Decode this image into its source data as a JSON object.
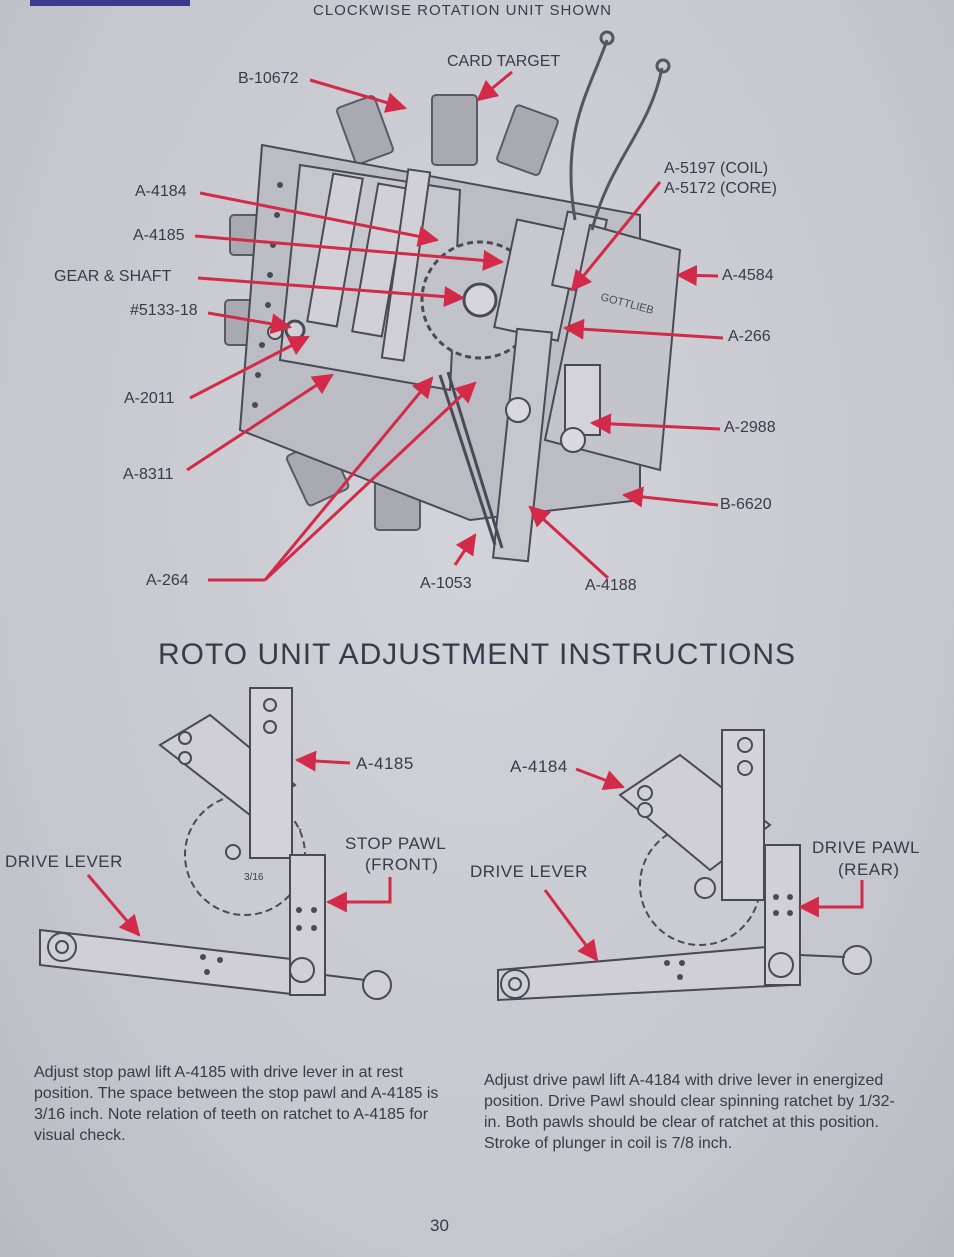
{
  "top_caption": "CLOCKWISE ROTATION UNIT SHOWN",
  "top_labels": {
    "card_target": "CARD TARGET",
    "b10672": "B-10672",
    "a5197": "A-5197 (COIL)",
    "a5172": "A-5172 (CORE)",
    "a4184": "A-4184",
    "a4185": "A-4185",
    "gear_shaft": "GEAR & SHAFT",
    "n5133": "#5133-18",
    "a4584": "A-4584",
    "a266": "A-266",
    "a2011": "A-2011",
    "a2988": "A-2988",
    "a8311": "A-8311",
    "b6620": "B-6620",
    "a264": "A-264",
    "a1053": "A-1053",
    "a4188": "A-4188",
    "gottlieb": "GOTTLIEB"
  },
  "section_title": "ROTO UNIT ADJUSTMENT INSTRUCTIONS",
  "left_diagram": {
    "part": "A-4185",
    "stop_pawl": "STOP PAWL",
    "front": "(FRONT)",
    "drive_lever": "DRIVE LEVER",
    "gap": "3/16"
  },
  "right_diagram": {
    "part": "A-4184",
    "drive_pawl": "DRIVE PAWL",
    "rear": "(REAR)",
    "drive_lever": "DRIVE LEVER"
  },
  "instructions": {
    "left": "Adjust stop pawl lift A-4185 with drive lever in at rest position. The space between the stop pawl and A-4185 is 3/16 inch. Note relation of teeth on ratchet to A-4185 for visual check.",
    "right": "Adjust drive pawl lift A-4184 with drive lever in energized position. Drive Pawl should clear spinning ratchet by 1/32-in. Both pawls should be clear of ratchet at this position. Stroke of plunger in coil is 7/8 inch."
  },
  "page_number": "30",
  "colors": {
    "arrow": "#d22a48",
    "ink": "#3a3a48",
    "metal": "#b4b4bc"
  }
}
